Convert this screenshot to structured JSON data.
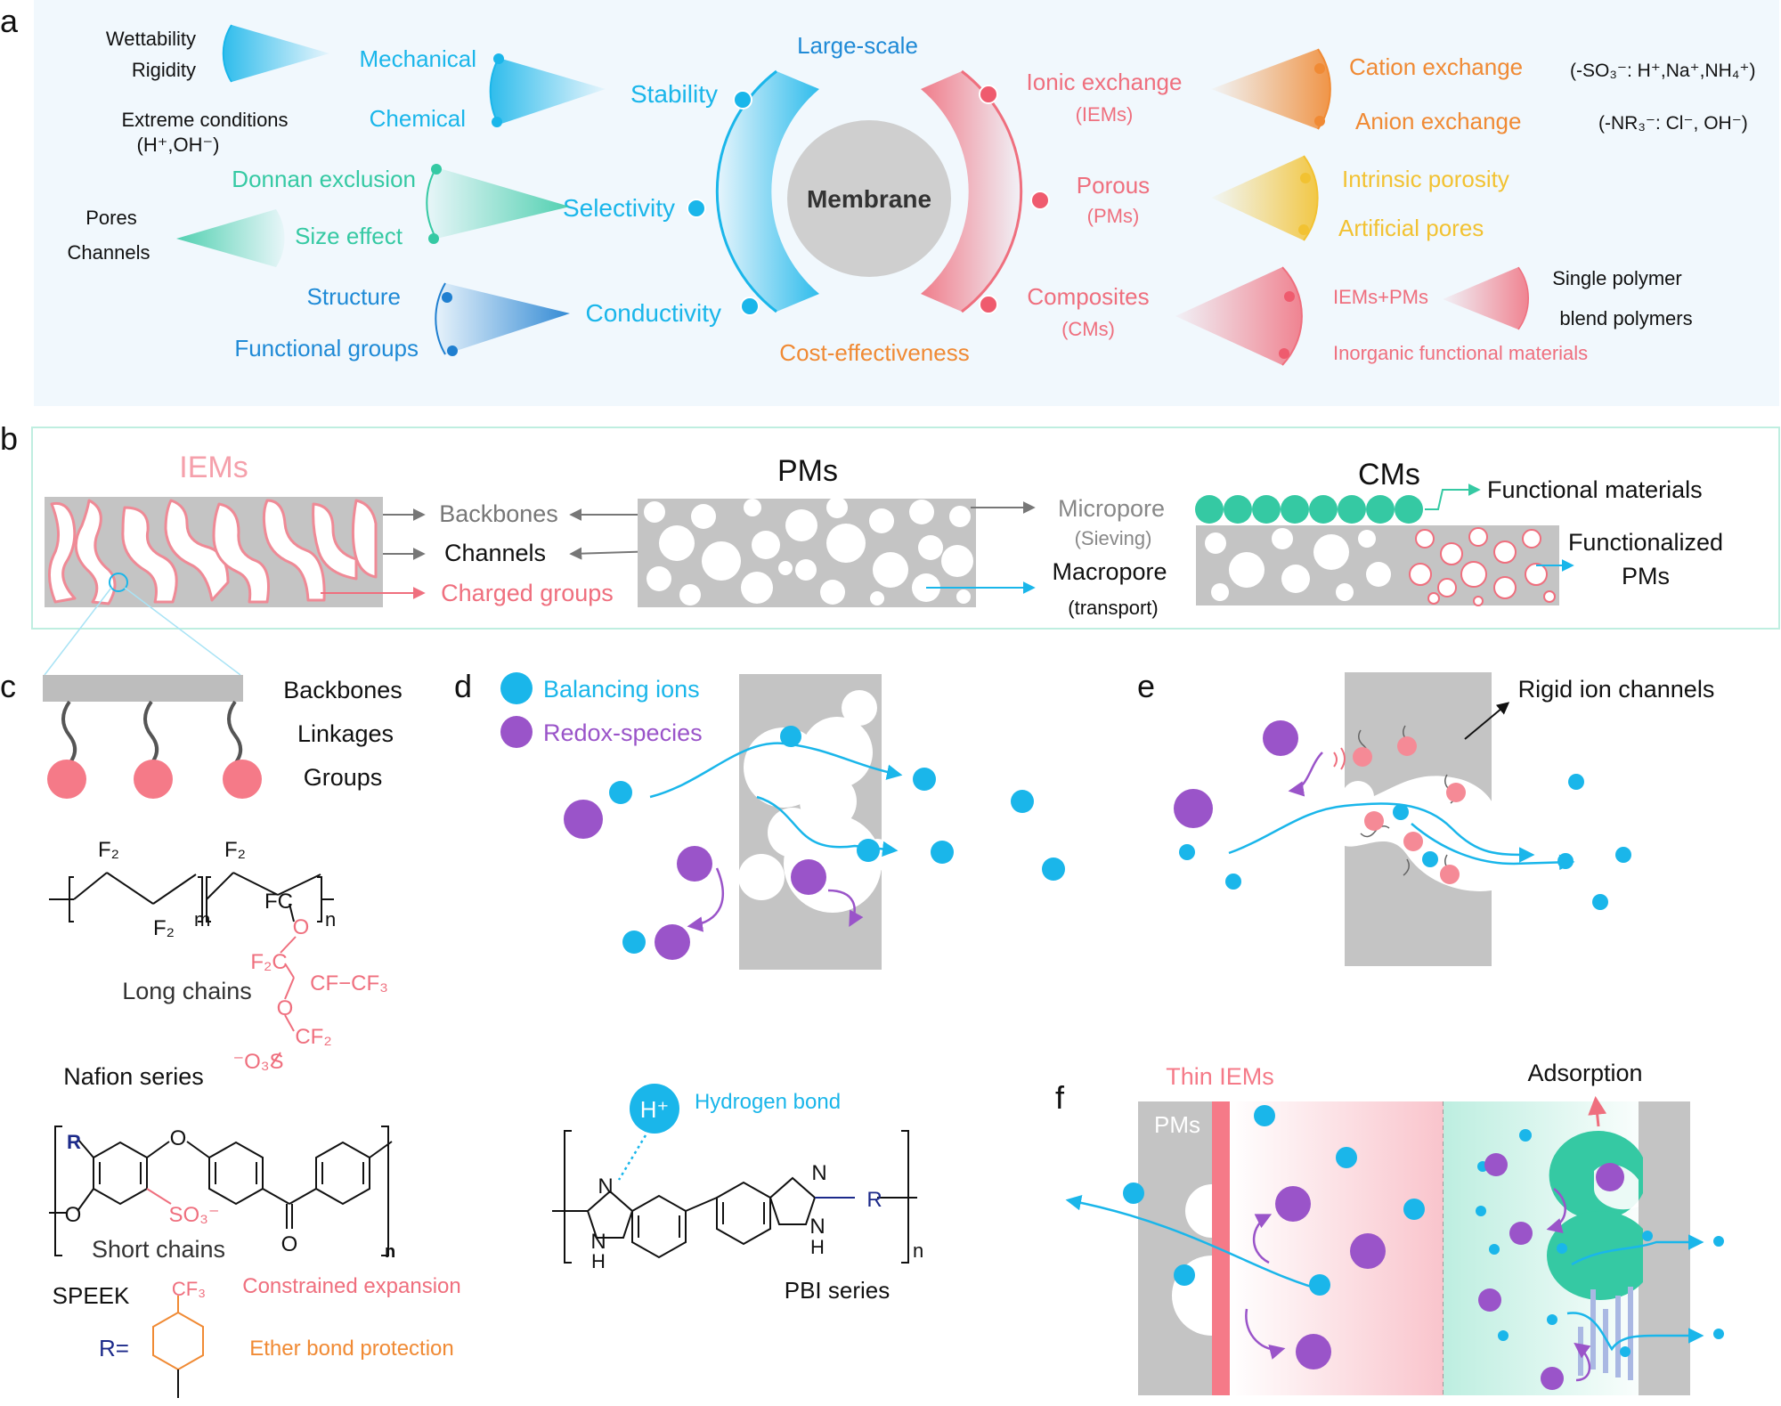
{
  "panel_letters": {
    "a": "a",
    "b": "b",
    "c": "c",
    "d": "d",
    "e": "e",
    "f": "f"
  },
  "colors": {
    "cyan": "#1ab6ea",
    "blue": "#1f8ad6",
    "teal": "#35c9a3",
    "pink": "#ef6f7e",
    "orange": "#f08a34",
    "yellow": "#f2c232",
    "gray": "#c4c4c4",
    "panel_bg": "#f1f8fd",
    "purple": "#9a54c9"
  },
  "a": {
    "center": "Membrane",
    "top": "Large-scale",
    "bottom": "Cost-effectiveness",
    "left_nodes": [
      "Stability",
      "Selectivity",
      "Conductivity"
    ],
    "mechanical": "Mechanical",
    "chemical": "Chemical",
    "wettability": "Wettability",
    "rigidity": "Rigidity",
    "extreme": "Extreme conditions",
    "h_oh": "(H⁺,OH⁻)",
    "donnan": "Donnan exclusion",
    "size_effect": "Size effect",
    "pores": "Pores",
    "channels": "Channels",
    "structure": "Structure",
    "functional_groups": "Functional groups",
    "ionic_exchange": "Ionic exchange",
    "iems_paren": "(IEMs)",
    "porous": "Porous",
    "pms_paren": "(PMs)",
    "composites": "Composites",
    "cms_paren": "(CMs)",
    "cation_exchange": "Cation exchange",
    "anion_exchange": "Anion exchange",
    "cation_ions": "(-SO₃⁻: H⁺,Na⁺,NH₄⁺)",
    "anion_ions": "(-NR₃⁻: Cl⁻, OH⁻)",
    "intrinsic_porosity": "Intrinsic porosity",
    "artificial_pores": "Artificial pores",
    "iems_pms": "IEMs+PMs",
    "inorganic": "Inorganic functional materials",
    "single_polymer": "Single polymer",
    "blend_polymers": "blend polymers"
  },
  "b": {
    "iems": "IEMs",
    "pms": "PMs",
    "cms": "CMs",
    "backbones": "Backbones",
    "channels": "Channels",
    "charged_groups": "Charged groups",
    "micropore": "Micropore",
    "sieving": "(Sieving)",
    "macropore": "Macropore",
    "transport": "(transport)",
    "functional_materials": "Functional materials",
    "functionalized": "Functionalized",
    "pms_label": "PMs"
  },
  "c": {
    "backbones": "Backbones",
    "linkages": "Linkages",
    "groups": "Groups",
    "long_chains": "Long chains",
    "nafion_series": "Nafion series",
    "short_chains": "Short chains",
    "speek": "SPEEK",
    "r_eq": "R=",
    "constrained": "Constrained expansion",
    "ether_bond": "Ether bond protection",
    "f2": "F₂",
    "m": "m",
    "n": "n",
    "fc": "FC",
    "o": "O",
    "f2c": "F₂C",
    "cf_cf3": "CF−CF₃",
    "cf2": "CF₂",
    "o3s": "⁻O₃S",
    "r": "R",
    "so3": "SO₃⁻",
    "cf3": "CF₃"
  },
  "d": {
    "balancing_ions": "Balancing ions",
    "redox_species": "Redox-species",
    "hplus": "H⁺",
    "hydrogen_bond": "Hydrogen bond",
    "pbi_series": "PBI series",
    "n": "N",
    "nh": "H",
    "r": "R",
    "sub_n": "n"
  },
  "e": {
    "rigid_ion_channels": "Rigid ion channels"
  },
  "f": {
    "thin_iems": "Thin IEMs",
    "adsorption": "Adsorption",
    "pms": "PMs"
  }
}
